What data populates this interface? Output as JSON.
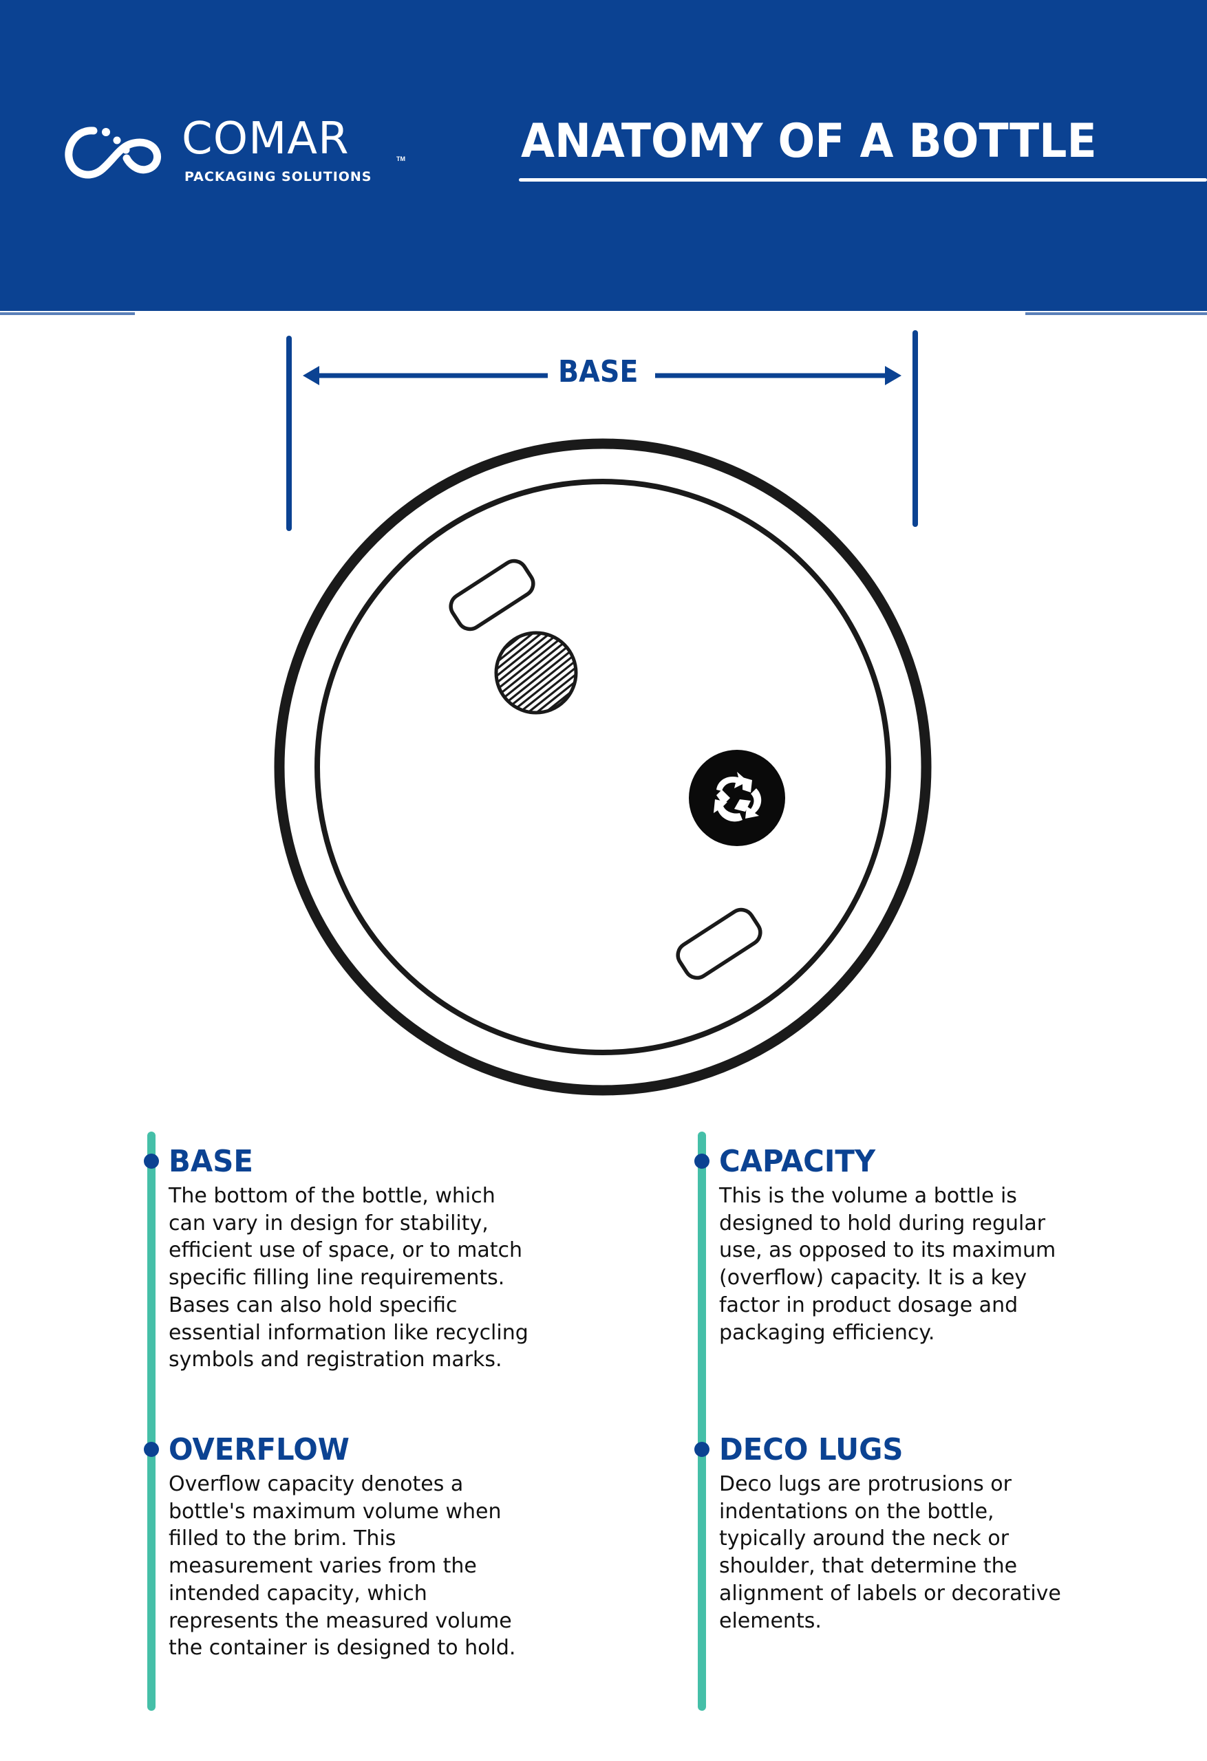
{
  "header": {
    "brand": {
      "name": "COMAR",
      "trademark": "TM",
      "tagline": "PACKAGING SOLUTIONS",
      "icon": "infinity-swirl-logo-icon"
    },
    "title": "ANATOMY OF A BOTTLE",
    "background_color": "#0b4292",
    "text_color": "#ffffff"
  },
  "diagram": {
    "dimension_label": "BASE",
    "dimension_icon": "double-arrow-icon",
    "elements": [
      {
        "name": "outer-rim",
        "shape": "circle"
      },
      {
        "name": "inner-base",
        "shape": "circle"
      },
      {
        "name": "deco-lug-upper",
        "shape": "rounded-rectangle"
      },
      {
        "name": "deco-lug-lower",
        "shape": "rounded-rectangle"
      },
      {
        "name": "registration-mark",
        "shape": "hatched-circle"
      },
      {
        "name": "recycling-symbol",
        "shape": "recycle-icon"
      }
    ],
    "accent_color": "#0b4292",
    "line_color": "#1a1a1a"
  },
  "sections": [
    {
      "heading": "BASE",
      "body": "The bottom of the bottle, which\ncan vary in design for stability,\nefficient use of space, or to match\nspecific filling line requirements.\nBases can also hold specific\nessential information like recycling\nsymbols and registration marks."
    },
    {
      "heading": "CAPACITY",
      "body": "This is the volume a bottle is\ndesigned to hold during regular\nuse, as opposed to its maximum\n(overflow) capacity. It is a key\nfactor in product dosage and\npackaging efficiency."
    },
    {
      "heading": "OVERFLOW",
      "body": "Overflow capacity denotes a\nbottle's maximum volume when\nfilled to the brim. This\nmeasurement varies from the\nintended capacity, which\nrepresents the measured volume\nthe container is designed to hold."
    },
    {
      "heading": "DECO LUGS",
      "body": "Deco lugs are protrusions or\nindentations on the bottle,\ntypically around the neck or\nshoulder, that determine the\nalignment of labels or decorative\nelements."
    }
  ],
  "colors": {
    "heading": "#0b4292",
    "timeline_bar": "#45bfa8",
    "timeline_dot": "#0b4292",
    "body_text": "#111111"
  }
}
